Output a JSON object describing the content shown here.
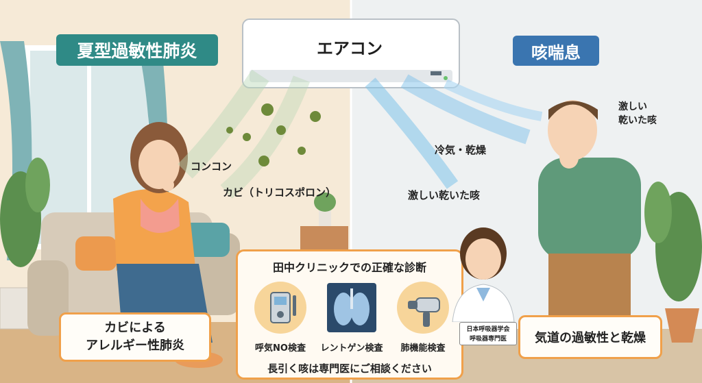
{
  "titles": {
    "left": "夏型過敏性肺炎",
    "right": "咳喘息",
    "aircon": "エアコン"
  },
  "left_scene": {
    "cough_sound": "コンコン",
    "mold_label": "カビ（トリコスポロン）",
    "caption_line1": "カビによる",
    "caption_line2": "アレルギー性肺炎"
  },
  "right_scene": {
    "air_label": "冷気・乾燥",
    "cough_label": "激しい乾いた咳",
    "speech_line1": "激しい",
    "speech_line2": "乾いた咳",
    "caption": "気道の過敏性と乾燥"
  },
  "clinic": {
    "title": "田中クリニックでの正確な診断",
    "items": [
      {
        "label": "呼気NO検査",
        "icon": "breath-no-device-icon"
      },
      {
        "label": "レントゲン検査",
        "icon": "chest-xray-icon"
      },
      {
        "label": "肺機能検査",
        "icon": "spirometer-icon"
      }
    ],
    "footer": "長引く咳は専門医にご相談ください",
    "doctor_badge_line1": "日本呼吸器学会",
    "doctor_badge_line2": "呼吸器専門医"
  },
  "colors": {
    "left_title_bg": "#2f8a86",
    "right_title_bg": "#3a75b0",
    "box_border": "#f0a04a",
    "mold": "#6e8a3a",
    "airflow": "#7fc2ea"
  }
}
